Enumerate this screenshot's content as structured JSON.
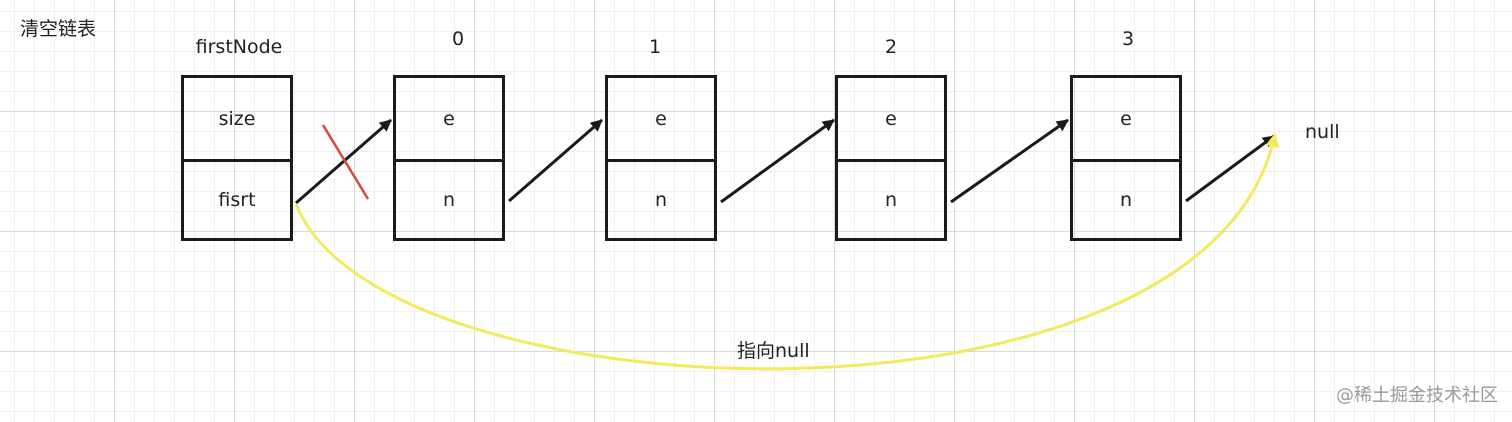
{
  "diagram": {
    "title": "清空链表",
    "head": {
      "label": "firstNode",
      "fields": [
        "size",
        "fisrt"
      ]
    },
    "nodes": [
      {
        "index": "0",
        "top": "e",
        "bottom": "n"
      },
      {
        "index": "1",
        "top": "e",
        "bottom": "n"
      },
      {
        "index": "2",
        "top": "e",
        "bottom": "n"
      },
      {
        "index": "3",
        "top": "e",
        "bottom": "n"
      }
    ],
    "null_label": "null",
    "curve_label": "指向null",
    "colors": {
      "arrow": "#1a1a1a",
      "cross": "#d9473a",
      "curve": "#f2ea5c"
    }
  },
  "watermark": "@稀土掘金技术社区"
}
